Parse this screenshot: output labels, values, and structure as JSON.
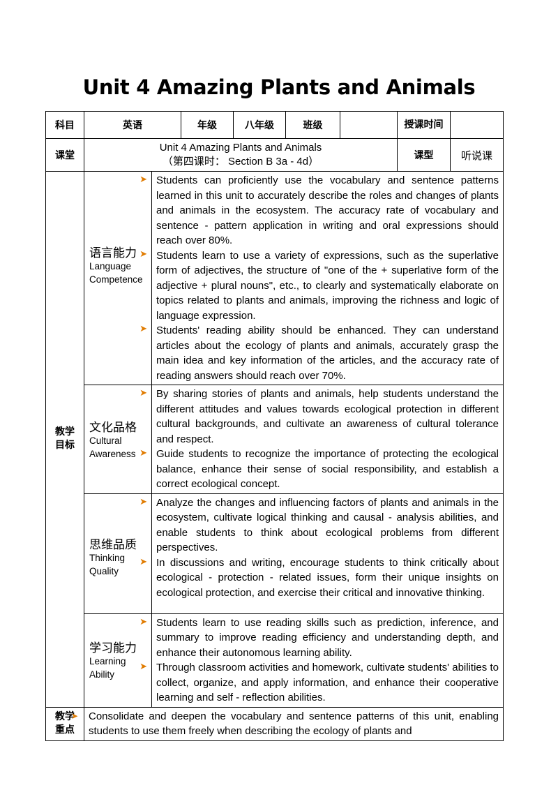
{
  "title": "Unit 4  Amazing Plants and Animals",
  "header": {
    "subject_label": "科目",
    "subject_value": "英语",
    "grade_label": "年级",
    "grade_value": "八年级",
    "class_label": "班级",
    "class_value": "",
    "time_label": "授课时间",
    "time_value": ""
  },
  "lesson": {
    "label": "课堂",
    "line1": "Unit 4 Amazing Plants and Animals",
    "line2": "（第四课时：   Section  B  3a  -  4d）",
    "type_label": "课型",
    "type_value": "听说课"
  },
  "objectives_label": "教学目标",
  "objectives": [
    {
      "zh": "语言能力",
      "en": "Language Competence",
      "items": [
        "Students can proficiently use the vocabulary and sentence patterns learned in this unit to accurately describe the roles and changes of plants and animals in the ecosystem. The accuracy rate of vocabulary and sentence - pattern application in writing and oral expressions should reach over 80%.",
        "Students learn to use a variety of expressions, such as the superlative form of adjectives, the structure of \"one of the + superlative form of the adjective + plural nouns\", etc., to clearly and systematically elaborate on topics related to plants and animals, improving the richness and logic of language expression.",
        "Students' reading ability should be enhanced. They can understand articles about the ecology of plants and animals, accurately grasp the main idea and key information of the articles, and the accuracy rate of reading answers should reach over 70%."
      ]
    },
    {
      "zh": "文化品格",
      "en": "Cultural Awareness",
      "items": [
        "By sharing stories of plants and animals, help students understand the different attitudes and values towards ecological protection in different cultural backgrounds, and cultivate an awareness of cultural tolerance and respect.",
        "Guide students to recognize the importance of protecting the ecological balance, enhance their sense of social responsibility, and establish a correct ecological concept."
      ]
    },
    {
      "zh": "思维品质",
      "en": "Thinking Quality",
      "items": [
        "Analyze the changes and influencing factors of plants and animals in the ecosystem, cultivate logical thinking and causal - analysis abilities, and enable students to think about ecological problems from different perspectives.",
        "In discussions and writing, encourage students to think critically about ecological - protection - related issues, form their unique insights on ecological protection, and exercise their critical and innovative thinking."
      ]
    },
    {
      "zh": "学习能力",
      "en": "Learning Ability",
      "items": [
        "Students learn to use reading skills such as prediction, inference, and summary to improve reading efficiency and understanding depth, and enhance their autonomous learning ability.",
        "Through classroom activities and homework, cultivate students' abilities to collect, organize, and apply information, and enhance their cooperative learning and self - reflection abilities."
      ]
    }
  ],
  "key_points": {
    "label": "教学重点",
    "text": "Consolidate and deepen the vocabulary and sentence patterns of this unit, enabling students to use them freely when describing the ecology of plants and"
  },
  "icons": {
    "bullet": "arrow-bullet-icon",
    "bullet_color": "#e07b00"
  }
}
